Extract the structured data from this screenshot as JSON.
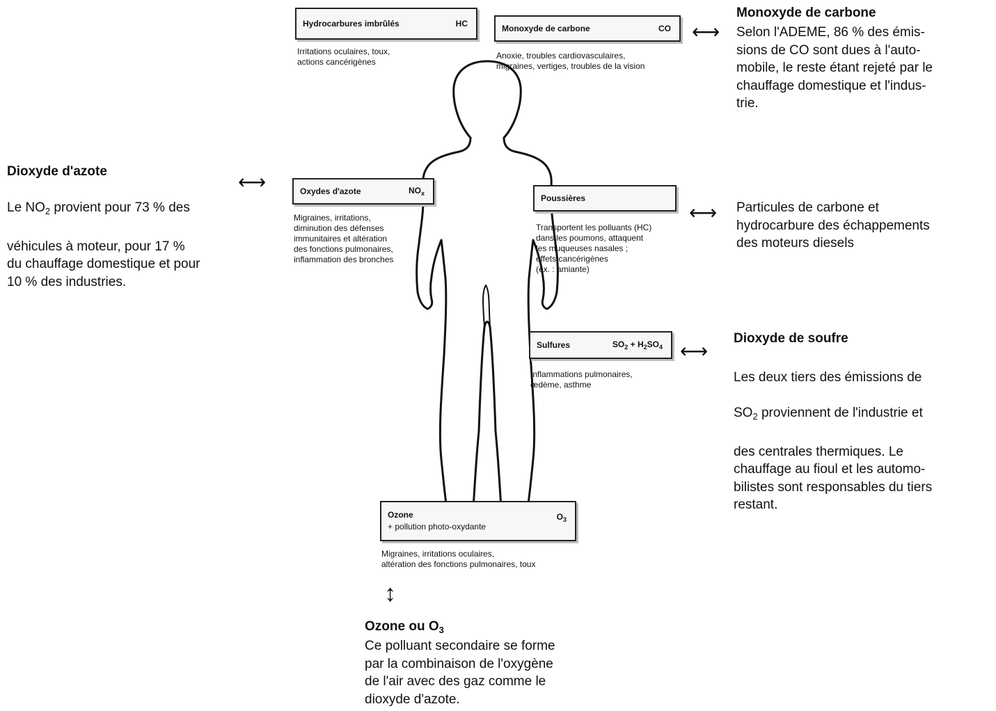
{
  "boxes": {
    "hc": {
      "name": "Hydrocarbures imbrûlés",
      "formula": "HC",
      "effects": "Irritations oculaires, toux,\nactions cancérigènes"
    },
    "co": {
      "name": "Monoxyde de carbone",
      "formula": "CO",
      "effects": "Anoxie, troubles cardiovasculaires,\nmigraines, vertiges, troubles de la vision"
    },
    "nox": {
      "name": "Oxydes d'azote",
      "formula_main": "NO",
      "formula_sub": "x",
      "effects": "Migraines, irritations,\ndiminution des défenses\nimmunitaires et altération\ndes fonctions pulmonaires,\ninflammation des bronches"
    },
    "dust": {
      "name": "Poussières",
      "effects": "Transportent les polluants (HC)\ndans les poumons, attaquent\nles muqueuses nasales ;\neffets cancérigènes\n(ex. : amiante)"
    },
    "sulfur": {
      "name": "Sulfures",
      "formula_a": "SO",
      "formula_a_sub": "2",
      "formula_mid": " + H",
      "formula_b_sub": "2",
      "formula_b": "SO",
      "formula_c_sub": "4",
      "effects": "Inflammations pulmonaires,\nœdème, asthme"
    },
    "ozone": {
      "name_line1": "Ozone",
      "name_line2": "+ pollution photo-oxydante",
      "formula": "O",
      "formula_sub": "3",
      "effects": "Migraines, irritations oculaires,\naltération des fonctions pulmonaires, toux"
    }
  },
  "side_notes": {
    "co": {
      "title": "Monoxyde de carbone",
      "text": "Selon l'ADEME, 86 % des émis-\nsions de CO sont dues à l'auto-\nmobile, le reste étant rejeté par le\nchauffage domestique et l'indus-\ntrie."
    },
    "no2": {
      "title": "Dioxyde d'azote",
      "line1_a": "Le NO",
      "line1_sub": "2",
      "line1_b": " provient pour 73 % des",
      "rest": "véhicules à moteur, pour 17 %\ndu chauffage domestique et pour\n10 % des industries."
    },
    "particles": {
      "text": "Particules de carbone et\nhydrocarbure des échappements\ndes moteurs diesels"
    },
    "so2": {
      "title": "Dioxyde de soufre",
      "line1": "Les deux tiers des émissions de",
      "line2_a": "SO",
      "line2_sub": "2",
      "line2_b": "  proviennent de l'industrie et",
      "rest": "des centrales thermiques. Le\nchauffage au fioul et les automo-\nbilistes sont responsables du tiers\nrestant."
    },
    "ozone": {
      "title_a": "Ozone ou O",
      "title_sub": "3",
      "text": "Ce polluant secondaire se forme\npar la combinaison de l'oxygène\nde l'air avec des gaz comme le\ndioxyde d'azote."
    }
  },
  "arrows": {
    "horizontal": "⟷",
    "vertical": "↕"
  }
}
